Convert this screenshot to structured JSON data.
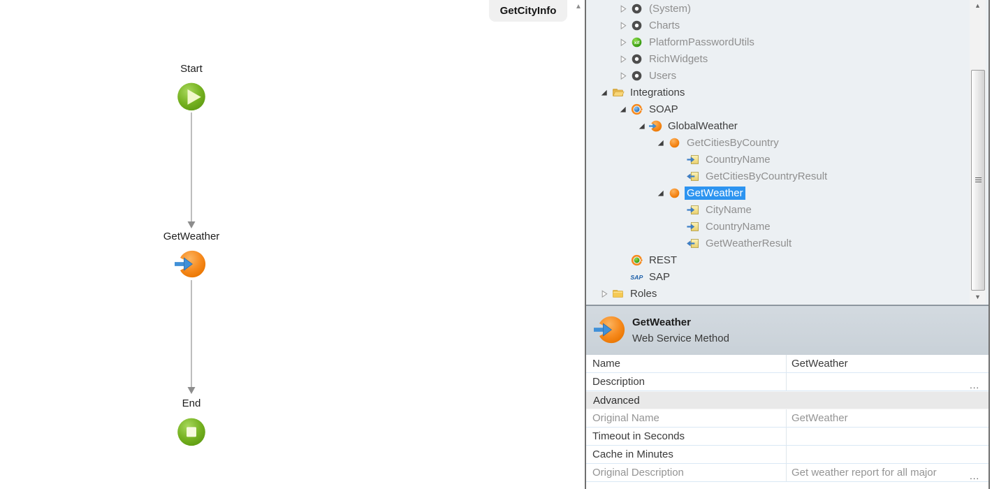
{
  "canvas": {
    "tab": {
      "label": "GetCityInfo"
    },
    "flow": {
      "nodes": [
        {
          "label": "Start",
          "type": "start-node",
          "icon": "start-icon"
        },
        {
          "label": "GetWeather",
          "type": "webservice-node",
          "icon": "web-service-method-icon"
        },
        {
          "label": "End",
          "type": "end-node",
          "icon": "end-icon"
        }
      ]
    }
  },
  "tree": {
    "items": [
      {
        "label": "(System)",
        "icon": "module-icon",
        "indent": 1,
        "expander": "closed",
        "muted": true
      },
      {
        "label": "Charts",
        "icon": "module-icon",
        "indent": 1,
        "expander": "closed",
        "muted": true
      },
      {
        "label": "PlatformPasswordUtils",
        "icon": "xif-icon",
        "indent": 1,
        "expander": "closed",
        "muted": true
      },
      {
        "label": "RichWidgets",
        "icon": "module-icon",
        "indent": 1,
        "expander": "closed",
        "muted": true
      },
      {
        "label": "Users",
        "icon": "module-icon",
        "indent": 1,
        "expander": "closed",
        "muted": true
      },
      {
        "label": "Integrations",
        "icon": "folder-open-icon",
        "indent": 0,
        "expander": "open"
      },
      {
        "label": "SOAP",
        "icon": "soap-icon",
        "indent": 1,
        "expander": "open"
      },
      {
        "label": "GlobalWeather",
        "icon": "web-service-method-icon",
        "indent": 2,
        "expander": "open"
      },
      {
        "label": "GetCitiesByCountry",
        "icon": "method-icon",
        "indent": 3,
        "expander": "open",
        "muted": true
      },
      {
        "label": "CountryName",
        "icon": "param-in-icon",
        "indent": 4,
        "muted": true
      },
      {
        "label": "GetCitiesByCountryResult",
        "icon": "param-out-icon",
        "indent": 4,
        "muted": true
      },
      {
        "label": "GetWeather",
        "icon": "method-icon",
        "indent": 3,
        "expander": "open",
        "selected": true
      },
      {
        "label": "CityName",
        "icon": "param-in-icon",
        "indent": 4,
        "muted": true
      },
      {
        "label": "CountryName",
        "icon": "param-in-icon",
        "indent": 4,
        "muted": true
      },
      {
        "label": "GetWeatherResult",
        "icon": "param-out-icon",
        "indent": 4,
        "muted": true
      },
      {
        "label": "REST",
        "icon": "rest-icon",
        "indent": 1
      },
      {
        "label": "SAP",
        "icon": "sap-icon",
        "indent": 1
      },
      {
        "label": "Roles",
        "icon": "folder-closed-icon",
        "indent": 0,
        "expander": "closed"
      },
      {
        "label": "",
        "icon": "folder-closed-icon",
        "indent": 0
      }
    ]
  },
  "properties": {
    "header": {
      "title": "GetWeather",
      "subtitle": "Web Service Method",
      "icon": "web-service-method-icon"
    },
    "ellipsis_label": "...",
    "rows": [
      {
        "label": "Name",
        "value": "GetWeather"
      },
      {
        "label": "Description",
        "value": "",
        "ellipsis": true
      },
      {
        "section": "Advanced"
      },
      {
        "label": "Original Name",
        "value": "GetWeather",
        "muted": true
      },
      {
        "label": "Timeout in Seconds",
        "value": ""
      },
      {
        "label": "Cache in Minutes",
        "value": ""
      },
      {
        "label": "Original Description",
        "value": "Get weather report for all major",
        "muted": true,
        "ellipsis": true
      }
    ]
  },
  "colors": {
    "selection_blue": "#2d94f0",
    "node_orange": "#f08013",
    "node_green": "#76b221",
    "arrow_blue": "#4090d8",
    "panel_bg": "#ecf0f3",
    "header_bg": "#ccd3da"
  }
}
